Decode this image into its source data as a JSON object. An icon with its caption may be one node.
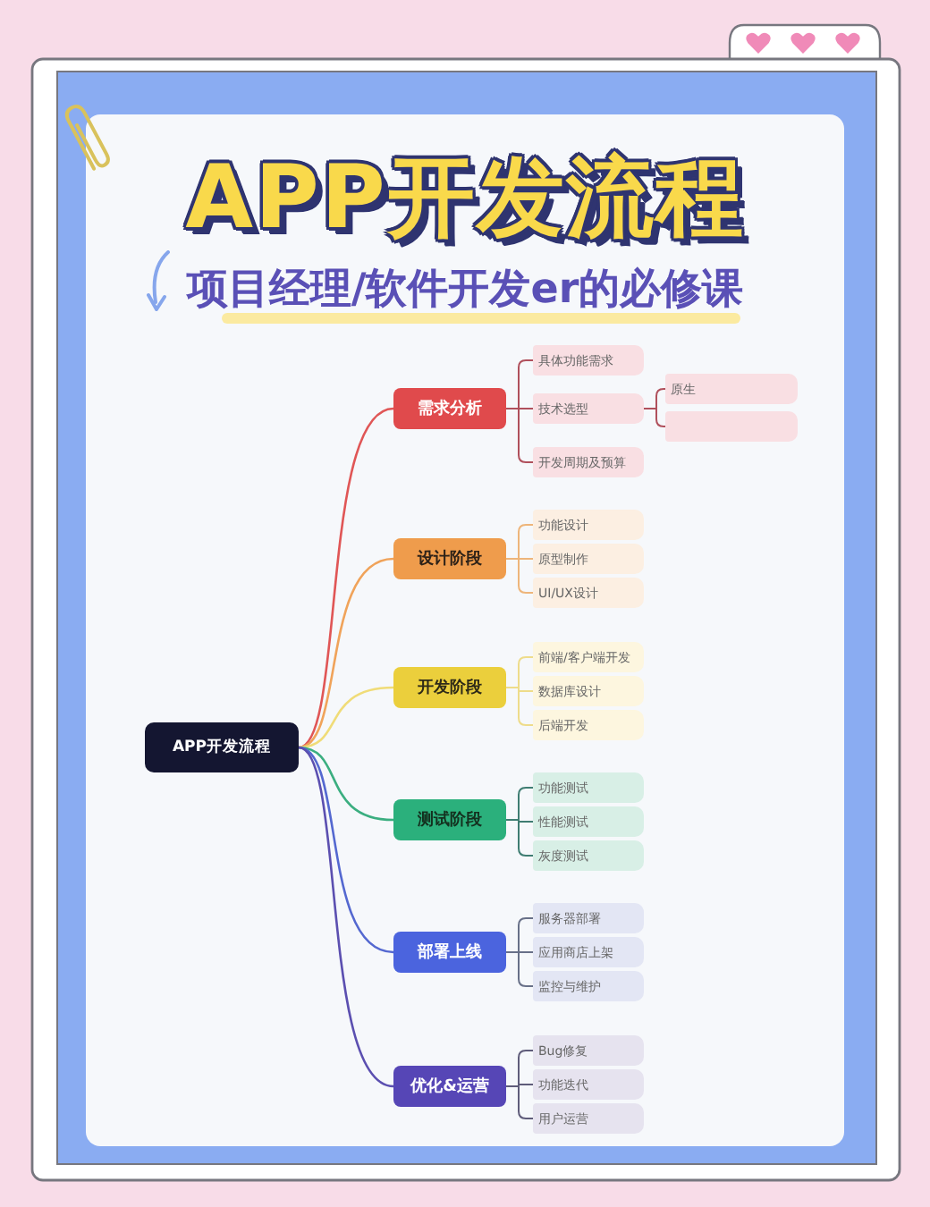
{
  "diagram": {
    "title": "APP开发流程",
    "nodes": [
      {
        "text": [
          "APP开发流程"
        ]
      },
      {
        "text": [
          "需求分析"
        ]
      },
      {
        "text": [
          "具体功能需求"
        ]
      },
      {
        "text": [
          "技术选型"
        ]
      },
      {
        "text": [
          "原生"
        ]
      },
      {
        "text": [],
        "shape": "box"
      },
      {
        "text": [
          "开发周期及预算"
        ]
      },
      {
        "text": [
          "设计阶段"
        ]
      },
      {
        "text": [
          "功能设计"
        ]
      },
      {
        "text": [
          "原型制作"
        ]
      },
      {
        "text": [
          "UI/UX设计"
        ]
      },
      {
        "text": [
          "开发阶段"
        ]
      },
      {
        "text": [
          "前端/客户端开发"
        ]
      },
      {
        "text": [
          "数据库设计"
        ]
      },
      {
        "text": [
          "后端开发"
        ]
      },
      {
        "text": [
          "测试阶段"
        ]
      },
      {
        "text": [
          "功能测试"
        ]
      },
      {
        "text": [
          "性能测试"
        ]
      },
      {
        "text": [
          "灰度测试"
        ]
      },
      {
        "text": [
          "部署上线"
        ]
      },
      {
        "text": [
          "服务器部署"
        ]
      },
      {
        "text": [
          "应用商店上架"
        ]
      },
      {
        "text": [
          "监控与维护"
        ]
      },
      {
        "text": [
          "优化&运营"
        ]
      },
      {
        "text": [
          "Bug修复"
        ]
      },
      {
        "text": [
          "功能迭代"
        ]
      },
      {
        "text": [
          "用户运营"
        ]
      }
    ],
    "edges": [
      {
        "from": 0,
        "to": 1,
        "arrow": "none",
        "color": "#e05656"
      },
      {
        "from": 0,
        "to": 7,
        "arrow": "none",
        "color": "#f0a35a"
      },
      {
        "from": 0,
        "to": 11,
        "arrow": "none",
        "color": "#f0dc78"
      },
      {
        "from": 0,
        "to": 15,
        "arrow": "none",
        "color": "#3bae80"
      },
      {
        "from": 0,
        "to": 19,
        "arrow": "none",
        "color": "#5468d0"
      },
      {
        "from": 0,
        "to": 23,
        "arrow": "none",
        "color": "#5b4fb0"
      },
      {
        "from": 1,
        "to": 2,
        "arrow": "none",
        "color": "#b0505c"
      },
      {
        "from": 1,
        "to": 3,
        "arrow": "none",
        "color": "#b0505c"
      },
      {
        "from": 1,
        "to": 6,
        "arrow": "none",
        "color": "#b0505c"
      },
      {
        "from": 3,
        "to": 4,
        "arrow": "none",
        "color": "#b0505c"
      },
      {
        "from": 3,
        "to": 5,
        "arrow": "none",
        "color": "#b0505c"
      },
      {
        "from": 7,
        "to": 8,
        "arrow": "none",
        "color": "#eeb57a"
      },
      {
        "from": 7,
        "to": 9,
        "arrow": "none",
        "color": "#eeb57a"
      },
      {
        "from": 7,
        "to": 10,
        "arrow": "none",
        "color": "#eeb57a"
      },
      {
        "from": 11,
        "to": 12,
        "arrow": "none",
        "color": "#eedc8a"
      },
      {
        "from": 11,
        "to": 13,
        "arrow": "none",
        "color": "#eedc8a"
      },
      {
        "from": 11,
        "to": 14,
        "arrow": "none",
        "color": "#eedc8a"
      },
      {
        "from": 15,
        "to": 16,
        "arrow": "none",
        "color": "#3f7d72"
      },
      {
        "from": 15,
        "to": 17,
        "arrow": "none",
        "color": "#3f7d72"
      },
      {
        "from": 15,
        "to": 18,
        "arrow": "none",
        "color": "#3f7d72"
      },
      {
        "from": 19,
        "to": 20,
        "arrow": "none",
        "color": "#687088"
      },
      {
        "from": 19,
        "to": 21,
        "arrow": "none",
        "color": "#687088"
      },
      {
        "from": 19,
        "to": 22,
        "arrow": "none",
        "color": "#687088"
      },
      {
        "from": 23,
        "to": 24,
        "arrow": "none",
        "color": "#5f5c7a"
      },
      {
        "from": 23,
        "to": 25,
        "arrow": "none",
        "color": "#5f5c7a"
      },
      {
        "from": 23,
        "to": 26,
        "arrow": "none",
        "color": "#5f5c7a"
      }
    ],
    "labels": [
      "项目经理/软件开发er的必修课"
    ]
  }
}
